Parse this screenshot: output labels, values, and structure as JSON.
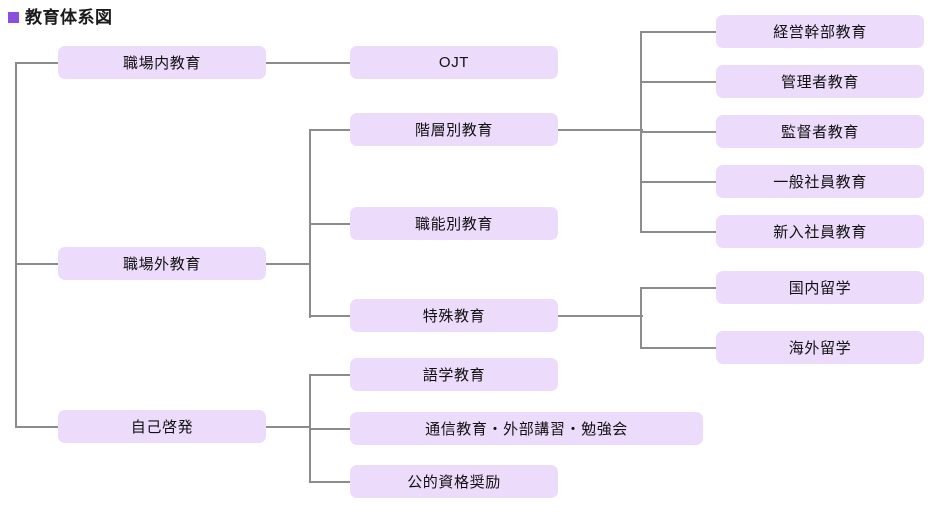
{
  "page": {
    "title": "教育体系図",
    "bullet_color": "#8a4fe0",
    "node_fill": "#eddbfb",
    "line_color": "#8c8c8c",
    "text_color": "#111111",
    "background": "#ffffff"
  },
  "diagram": {
    "type": "tree",
    "root_label": "教育体系図",
    "level1": [
      {
        "id": "l1-0",
        "label": "職場内教育"
      },
      {
        "id": "l1-1",
        "label": "職場外教育"
      },
      {
        "id": "l1-2",
        "label": "自己啓発"
      }
    ],
    "level2": [
      {
        "id": "l2-0",
        "parent": "l1-0",
        "label": "OJT"
      },
      {
        "id": "l2-1",
        "parent": "l1-1",
        "label": "階層別教育"
      },
      {
        "id": "l2-2",
        "parent": "l1-1",
        "label": "職能別教育"
      },
      {
        "id": "l2-3",
        "parent": "l1-1",
        "label": "特殊教育"
      },
      {
        "id": "l2-4",
        "parent": "l1-2",
        "label": "語学教育"
      },
      {
        "id": "l2-5",
        "parent": "l1-2",
        "label": "通信教育・外部講習・勉強会"
      },
      {
        "id": "l2-6",
        "parent": "l1-2",
        "label": "公的資格奨励"
      }
    ],
    "level3": [
      {
        "id": "l3-0",
        "parent": "l2-1",
        "label": "経営幹部教育"
      },
      {
        "id": "l3-1",
        "parent": "l2-1",
        "label": "管理者教育"
      },
      {
        "id": "l3-2",
        "parent": "l2-1",
        "label": "監督者教育"
      },
      {
        "id": "l3-3",
        "parent": "l2-1",
        "label": "一般社員教育"
      },
      {
        "id": "l3-4",
        "parent": "l2-1",
        "label": "新入社員教育"
      },
      {
        "id": "l3-5",
        "parent": "l2-3",
        "label": "国内留学"
      },
      {
        "id": "l3-6",
        "parent": "l2-3",
        "label": "海外留学"
      }
    ]
  }
}
